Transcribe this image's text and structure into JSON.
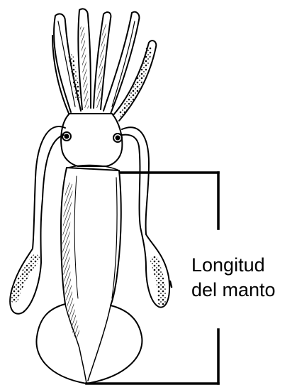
{
  "diagram": {
    "label_line1": "Longitud",
    "label_line2": "del manto",
    "colors": {
      "ink": "#000000",
      "background": "#ffffff"
    },
    "illustration": "squid-drawing",
    "measurement": "bracket-line"
  }
}
